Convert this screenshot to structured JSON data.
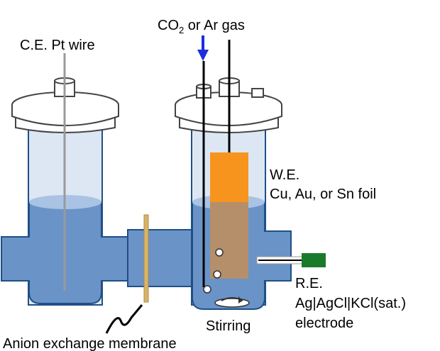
{
  "labels": {
    "gas_main": "CO",
    "gas_sub": "2",
    "gas_rest": " or Ar gas",
    "counter_electrode": "C.E. Pt wire",
    "working_electrode_title": "W.E.",
    "working_electrode_desc": "Cu, Au, or Sn foil",
    "reference_electrode_title": "R.E.",
    "reference_electrode_desc": "Ag|AgCl|KCl(sat.)",
    "reference_electrode_tail": "electrode",
    "stirring": "Stirring",
    "membrane": "Anion exchange membrane"
  },
  "colors": {
    "electrolyte": "#6a93c8",
    "electrolyte_surface": "#a9c3e4",
    "glass": "#dce7f3",
    "outline": "#1f4f86",
    "gas_arrow": "#1c2fd9",
    "working_electrode": "#f7941d",
    "working_electrode_submerged": "#b58f6a",
    "membrane": "#d8b46a",
    "reference_tip": "#1a7a2c"
  }
}
